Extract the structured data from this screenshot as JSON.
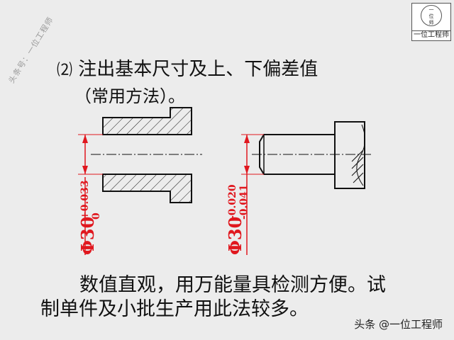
{
  "watermark": {
    "side_text": "头条号：一位工程师"
  },
  "logo": {
    "circle_text": [
      "一",
      "位",
      "师"
    ],
    "name": "一位工程师"
  },
  "heading": {
    "number": "⑵",
    "line1": "注出基本尺寸及上、下偏差值",
    "line2": "（常用方法）。"
  },
  "dimensions": {
    "hole": {
      "base": "Φ30",
      "upper": "+0.033",
      "lower": "0"
    },
    "shaft": {
      "base": "Φ30",
      "upper": "-0.020",
      "lower": "-0.041"
    }
  },
  "body": {
    "line1": "数值直观，用万能量具检测方便。试",
    "line2": "制单件及小批生产用此法较多。"
  },
  "credit": "头条 @一位工程师",
  "colors": {
    "dimension": "#e0171e",
    "background": "#ececec"
  }
}
